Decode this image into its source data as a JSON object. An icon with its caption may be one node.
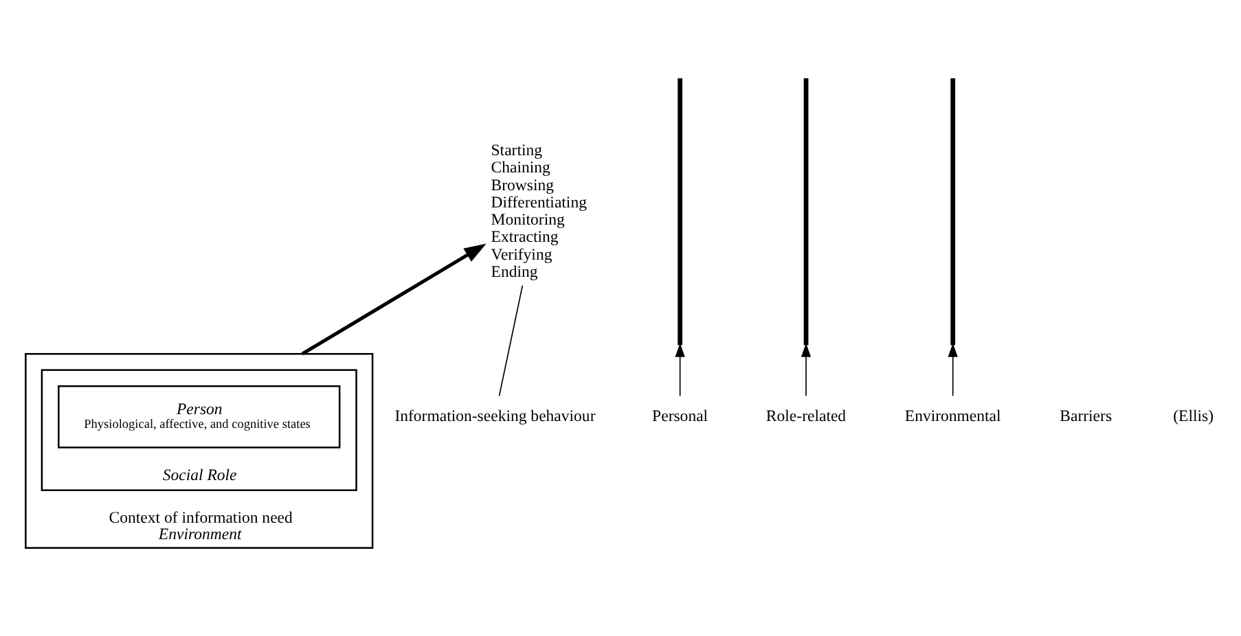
{
  "diagram": {
    "nodes": [
      {
        "text": [
          "Context of information need",
          "Environment"
        ]
      },
      {
        "text": [
          "Social Role"
        ],
        "in": 0
      },
      {
        "text": [
          "Person",
          "Physiological, affective, and cognitive states"
        ],
        "in": 1
      },
      {
        "text": [],
        "shape": "bar"
      },
      {
        "text": [],
        "shape": "bar"
      },
      {
        "text": [],
        "shape": "bar"
      },
      {
        "text": [
          "Information-seeking behaviour"
        ]
      },
      {
        "text": [
          "Starting",
          "Chaining",
          "Browsing",
          "Differentiating",
          "Monitoring",
          "Extracting",
          "Verifying",
          "Ending"
        ]
      },
      {
        "text": [
          "Personal"
        ]
      },
      {
        "text": [
          "Role-related"
        ]
      },
      {
        "text": [
          "Environmental"
        ]
      }
    ],
    "edges": [
      {
        "from": 0,
        "to": 7,
        "arrow": "to",
        "style": "thick"
      },
      {
        "from": 6,
        "to": 7,
        "arrow": "none"
      },
      {
        "from": 8,
        "to": 3,
        "arrow": "to"
      },
      {
        "from": 9,
        "to": 4,
        "arrow": "to"
      },
      {
        "from": 10,
        "to": 5,
        "arrow": "to"
      }
    ],
    "labels": [
      "Barriers",
      "(Ellis)"
    ]
  }
}
